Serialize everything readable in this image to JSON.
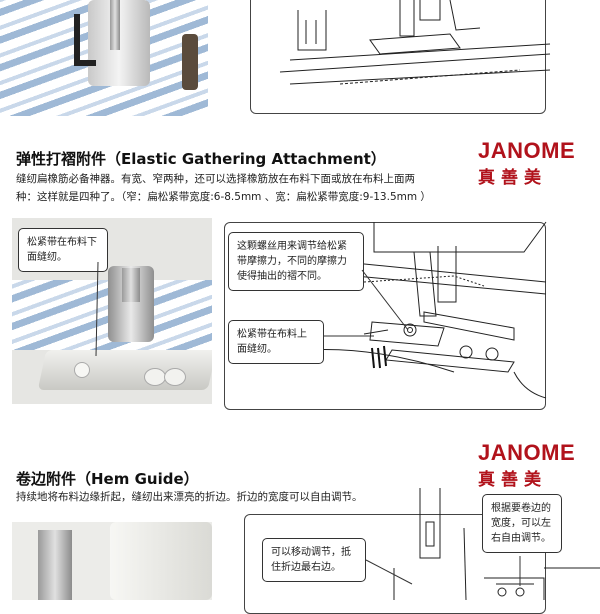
{
  "brand": {
    "logo_text": "JANOME",
    "chinese_name": "真善美",
    "colors": {
      "brand_red": "#b1121b",
      "stripe_blue": "#9fb9d6"
    }
  },
  "sections": [
    {
      "title": "弹性打褶附件（Elastic Gathering Attachment）",
      "desc_line1": "缝纫扁橡筋必备神器。有宽、窄两种，还可以选择橡筋放在布料下面或放在布料上面两",
      "desc_line2": "种：这样就是四种了。（窄：扁松紧带宽度:6-8.5mm 、宽：扁松紧带宽度:9-13.5mm ）",
      "photo_callout": "松紧带在布料下面缝纫。",
      "diagram_callout_1": "这颗螺丝用来调节给松紧带摩擦力，不同的摩擦力使得抽出的褶不同。",
      "diagram_callout_2": "松紧带在布料上面缝纫。"
    },
    {
      "title": "卷边附件（Hem Guide）",
      "desc_line1": "持续地将布料边缘折起，缝纫出来漂亮的折边。折边的宽度可以自由调节。",
      "diagram_callout_1": "可以移动调节，抵住折边最右边。",
      "diagram_callout_2": "根据要卷边的宽度，可以左右自由调节。"
    }
  ]
}
